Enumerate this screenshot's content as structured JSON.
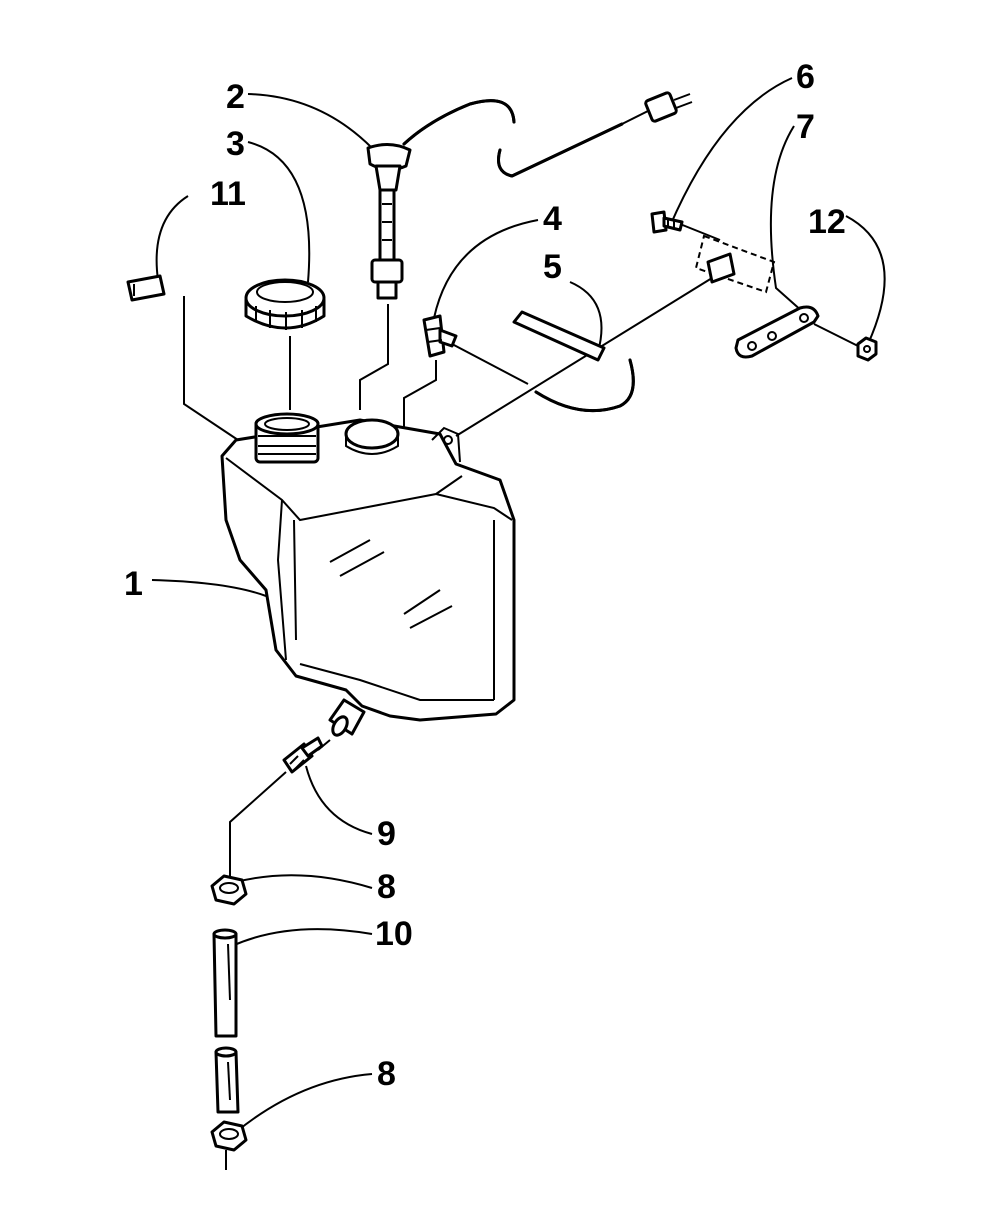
{
  "callouts": {
    "c1": "1",
    "c2": "2",
    "c3": "3",
    "c4": "4",
    "c5": "5",
    "c6": "6",
    "c7": "7",
    "c8a": "8",
    "c8b": "8",
    "c9": "9",
    "c10": "10",
    "c11": "11",
    "c12": "12"
  },
  "colors": {
    "ink": "#000000",
    "paper": "#ffffff"
  }
}
